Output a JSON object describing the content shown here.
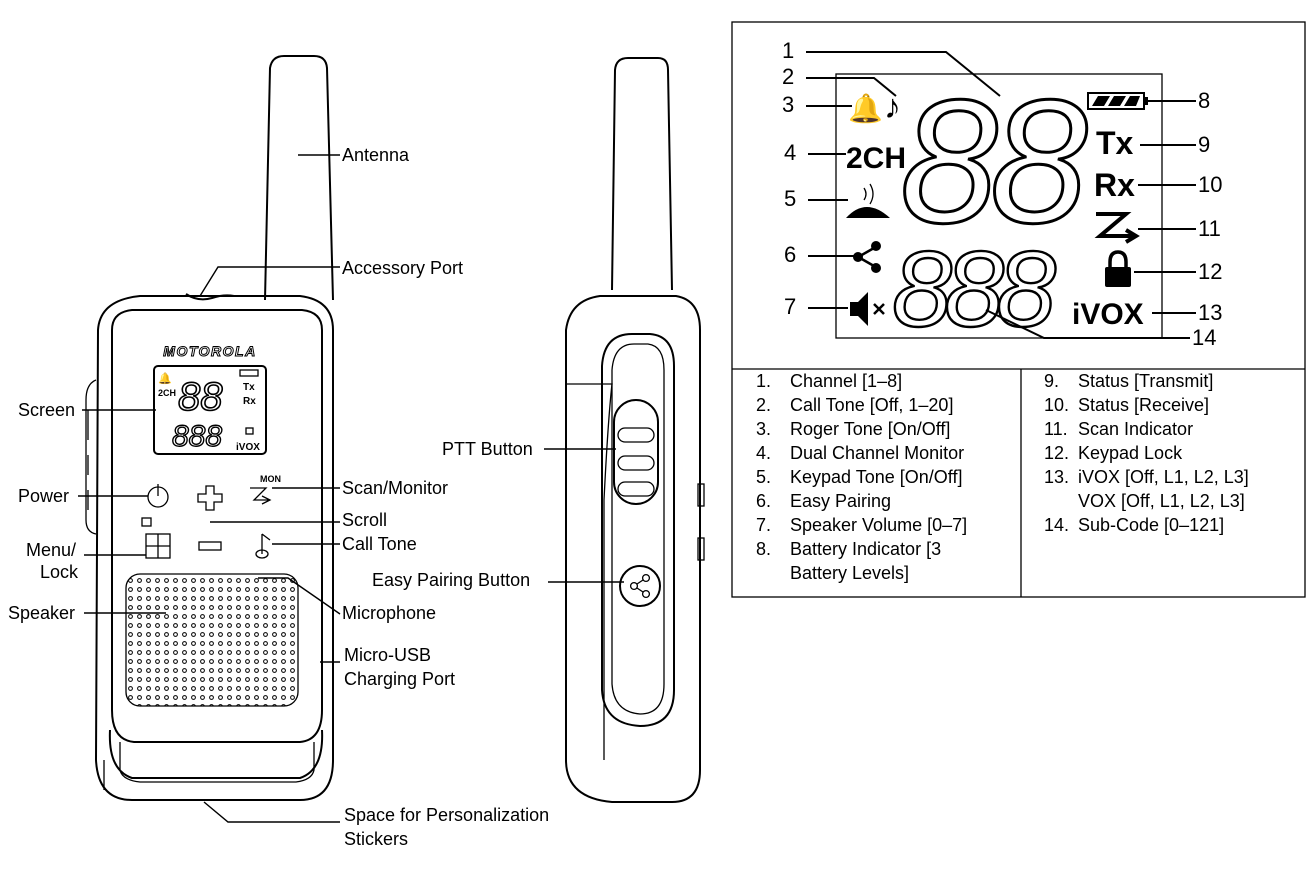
{
  "radio": {
    "brand": "MOTOROLA",
    "mini_lcd": {
      "digits_top": "88",
      "digits_bottom": "888",
      "ch": "2CH",
      "tx": "Tx",
      "rx": "Rx",
      "ivox": "iVOX"
    },
    "mon_label": "MON"
  },
  "callouts": {
    "antenna": "Antenna",
    "accessory_port": "Accessory Port",
    "screen": "Screen",
    "power": "Power",
    "scan_monitor": "Scan/Monitor",
    "scroll": "Scroll",
    "menu_lock_line1": "Menu/",
    "menu_lock_line2": "Lock",
    "call_tone": "Call Tone",
    "speaker": "Speaker",
    "microphone": "Microphone",
    "usb_line1": "Micro-USB",
    "usb_line2": "Charging Port",
    "stickers_line1": "Space for Personalization",
    "stickers_line2": "Stickers",
    "ptt_button": "PTT Button",
    "easy_pairing_button": "Easy Pairing Button"
  },
  "lcd": {
    "numbers": [
      "1",
      "2",
      "3",
      "4",
      "5",
      "6",
      "7",
      "8",
      "9",
      "10",
      "11",
      "12",
      "13",
      "14"
    ],
    "top_digits": "88",
    "bottom_digits": "888",
    "ch_text": "2CH",
    "tx_text": "Tx",
    "rx_text": "Rx",
    "ivox_text": "iVOX"
  },
  "legend": {
    "left": [
      {
        "num": "1.",
        "text": "Channel [1–8]"
      },
      {
        "num": "2.",
        "text": "Call Tone [Off, 1–20]"
      },
      {
        "num": "3.",
        "text": "Roger Tone [On/Off]"
      },
      {
        "num": "4.",
        "text": "Dual Channel Monitor"
      },
      {
        "num": "5.",
        "text": "Keypad Tone [On/Off]"
      },
      {
        "num": "6.",
        "text": "Easy Pairing"
      },
      {
        "num": "7.",
        "text": "Speaker Volume [0–7]"
      },
      {
        "num": "8.",
        "text": "Battery Indicator [3"
      }
    ],
    "left_cont": "Battery Levels]",
    "right": [
      {
        "num": "9.",
        "text": "Status [Transmit]"
      },
      {
        "num": "10.",
        "text": "Status [Receive]"
      },
      {
        "num": "11.",
        "text": "Scan Indicator"
      },
      {
        "num": "12.",
        "text": "Keypad Lock"
      },
      {
        "num": "13.",
        "text": "iVOX [Off, L1, L2, L3]"
      }
    ],
    "right_cont": "VOX [Off, L1, L2, L3]",
    "right_last": {
      "num": "14.",
      "text": "Sub-Code [0–121]"
    }
  }
}
